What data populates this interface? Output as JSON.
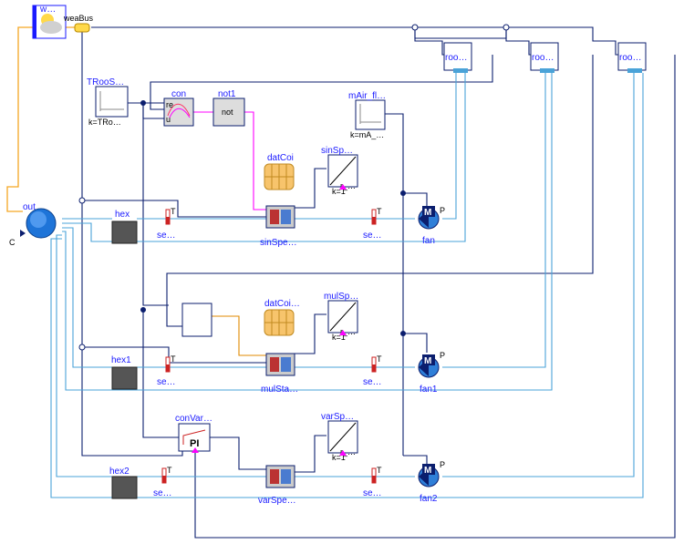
{
  "components": {
    "weather": "w…",
    "weaBus": "weaBus",
    "out": "out",
    "out_port": "C",
    "TRooSet": "TRooS…",
    "TRooSet_k": "k=TRo…",
    "con": "con",
    "con_in_re": "re",
    "con_in_u": "u",
    "not1": "not1",
    "not1_text": "not",
    "mAir_flow": "mAir_fl…",
    "mAir_flow_k": "k=mA_…",
    "datCoi": "datCoi",
    "sinSpe_top": "sinSp…",
    "sinSpe_k": "k=1",
    "sinSpe_r": "r_…",
    "sinSpeDX": "sinSpe…",
    "hex": "hex",
    "hex1": "hex1",
    "hex2": "hex2",
    "sen1": "se…",
    "sen2": "se…",
    "sen3": "se…",
    "sen4": "se…",
    "sen5": "se…",
    "sen6": "se…",
    "fan": "fan",
    "fan1": "fan1",
    "fan2": "fan2",
    "fan_M": "M",
    "fan_P": "P",
    "roo1": "roo…",
    "roo2": "roo…",
    "roo3": "roo…",
    "datCoiMulSpe": "datCoi…",
    "mulSpe_top": "mulSp…",
    "mulSpe_k": "k=1",
    "mulSpe_r": "r_…",
    "mulStaDX": "mulSta…",
    "conVarSpe": "conVar…",
    "conVarSpe_text": "PI",
    "varSpe_top": "varSp…",
    "varSpe_k": "k=1",
    "varSpe_r": "r_…",
    "varSpeDX": "varSpe…",
    "sensor_T": "T"
  }
}
